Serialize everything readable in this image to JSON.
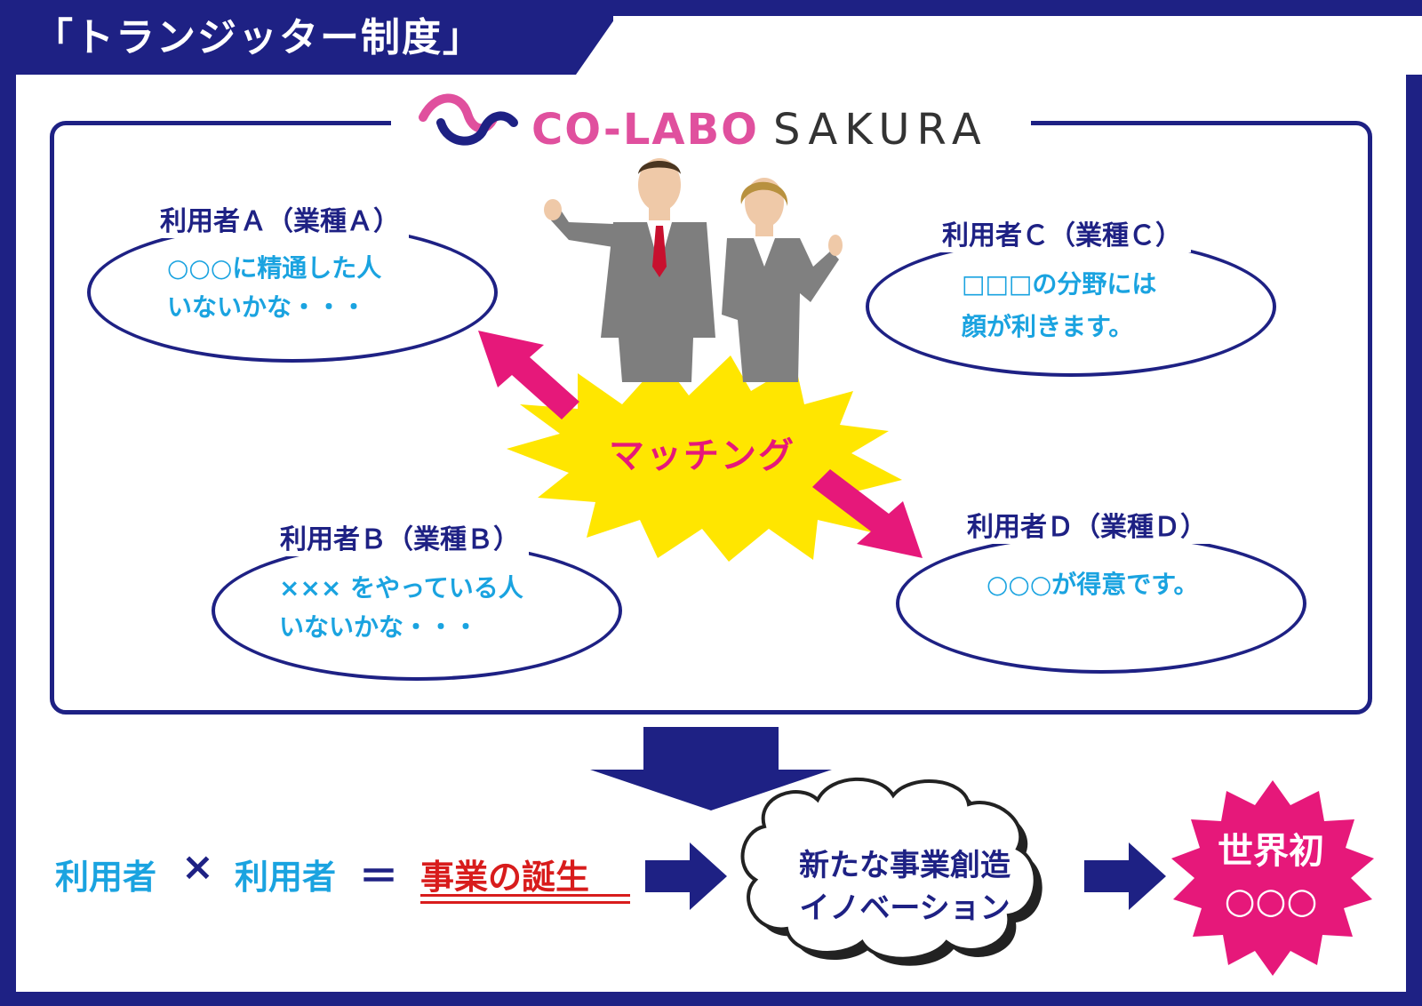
{
  "title": "「トランジッター制度」",
  "logo": {
    "part1": "CO-LABO",
    "part2": "SAKURA"
  },
  "users": [
    {
      "label": "利用者Ａ（業種Ａ）",
      "lines": [
        "○○○に精通した人",
        "いないかな・・・"
      ]
    },
    {
      "label": "利用者Ｂ（業種Ｂ）",
      "lines": [
        "××× をやっている人",
        "いないかな・・・"
      ]
    },
    {
      "label": "利用者Ｃ（業種Ｃ）",
      "lines": [
        "□□□の分野には",
        "顔が利きます。"
      ]
    },
    {
      "label": "利用者Ｄ（業種Ｄ）",
      "lines": [
        "○○○が得意です。"
      ]
    }
  ],
  "matching": "マッチング",
  "equation": {
    "user1": "利用者",
    "times": "×",
    "user2": "利用者",
    "equals": "＝",
    "result": "事業の誕生"
  },
  "innovation": {
    "line1": "新たな事業創造",
    "line2": "イノベーション"
  },
  "world_first": {
    "line1": "世界初",
    "line2": "○○○"
  },
  "colors": {
    "navy": "#1e2184",
    "cyan": "#1aa3e0",
    "magenta": "#e6187a",
    "logo_pink": "#e0509e",
    "star_yellow": "#ffe600",
    "red": "#d81c1c"
  }
}
